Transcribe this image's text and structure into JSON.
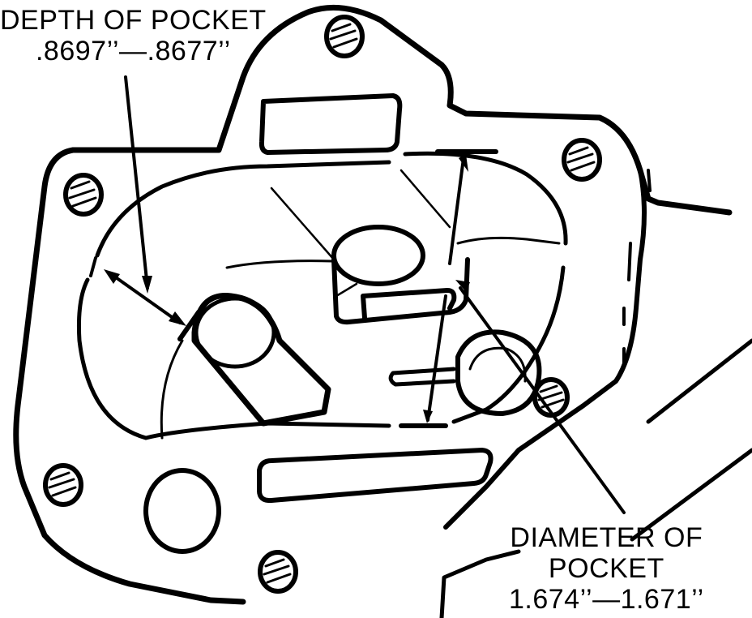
{
  "depth_label": {
    "title": "DEPTH OF POCKET",
    "value": ".8697’’—.8677’’"
  },
  "diameter_label": {
    "title_line1": "DIAMETER OF",
    "title_line2": "POCKET",
    "value": "1.674’’—1.671’’"
  },
  "colors": {
    "ink": "#000000",
    "paper": "#ffffff"
  }
}
